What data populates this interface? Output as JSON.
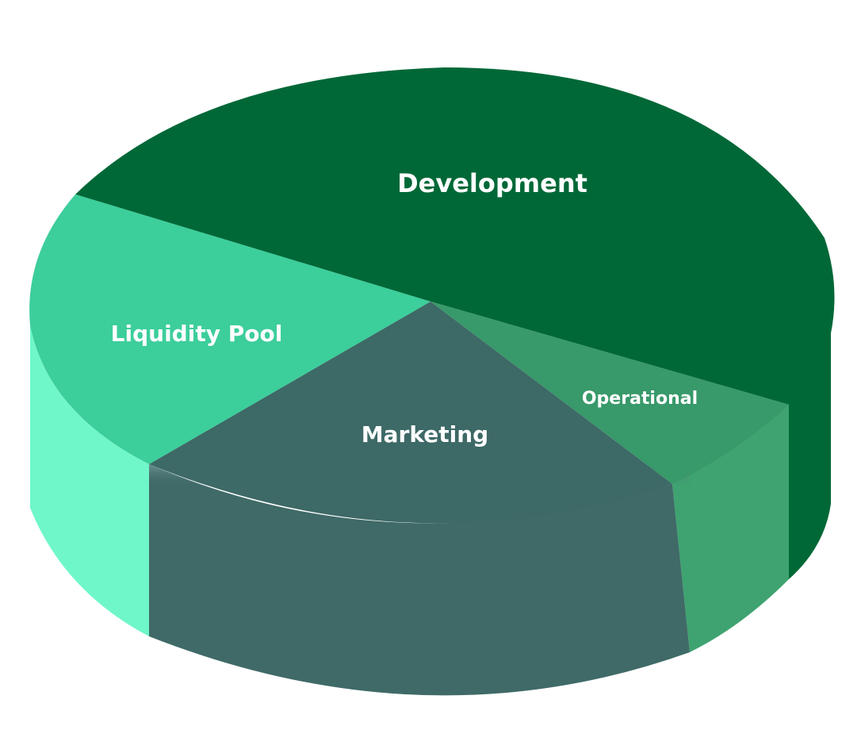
{
  "chart_data": {
    "type": "pie",
    "style": "3d",
    "title": "",
    "categories": [
      "Development",
      "Operational",
      "Marketing",
      "Liquidity Pool"
    ],
    "values": [
      47,
      8,
      27,
      18
    ],
    "colors": {
      "Development": "#006837",
      "Operational": "#38996a",
      "Marketing": "#3d6966",
      "Liquidity Pool": "#3cce9b"
    },
    "side_colors": {
      "Development": "#006837",
      "Operational": "#3ea370",
      "Marketing": "#3f6a67",
      "Liquidity Pool": "#6ff7c9"
    },
    "labels": {
      "development": "Development",
      "operational": "Operational",
      "marketing": "Marketing",
      "liquidity": "Liquidity Pool"
    }
  }
}
